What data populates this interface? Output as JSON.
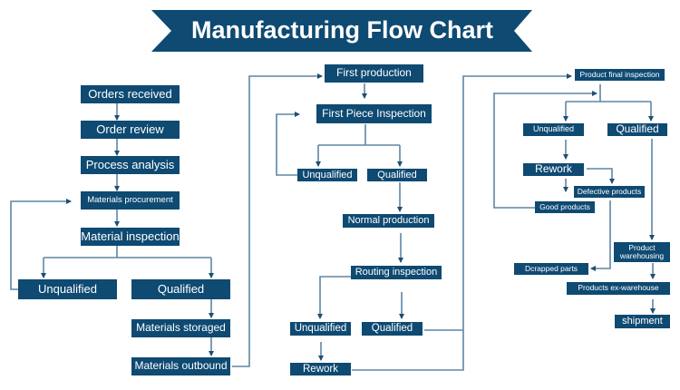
{
  "title": "Manufacturing Flow Chart",
  "colors": {
    "node_fill": "#0e4a72",
    "node_text": "#ffffff",
    "connector": "#5f86a3",
    "banner": "#0e4a72"
  },
  "column1": {
    "orders_received": "Orders received",
    "order_review": "Order review",
    "process_analysis": "Process analysis",
    "materials_procurement": "Materials procurement",
    "material_inspection": "Material inspection",
    "unqualified": "Unqualified",
    "qualified": "Qualified",
    "materials_storaged": "Materials storaged",
    "materials_outbound": "Materials outbound"
  },
  "column2": {
    "first_production": "First production",
    "first_piece_inspection": "First Piece Inspection",
    "unqualified": "Unqualified",
    "qualified": "Qualified",
    "normal_production": "Normal production",
    "routing_inspection": "Routing inspection",
    "routing_unqualified": "Unqualified",
    "routing_qualified": "Qualified",
    "rework": "Rework"
  },
  "column3": {
    "product_final_inspection": "Product final inspection",
    "unqualified": "Unqualified",
    "qualified": "Qualified",
    "rework": "Rework",
    "defective_products": "Defective products",
    "good_products": "Good products",
    "product_warehousing": "Product warehousing",
    "scrapped_parts": "Dcrapped parts",
    "products_ex_warehouse": "Products ex-warehouse",
    "shipment": "shipment"
  }
}
